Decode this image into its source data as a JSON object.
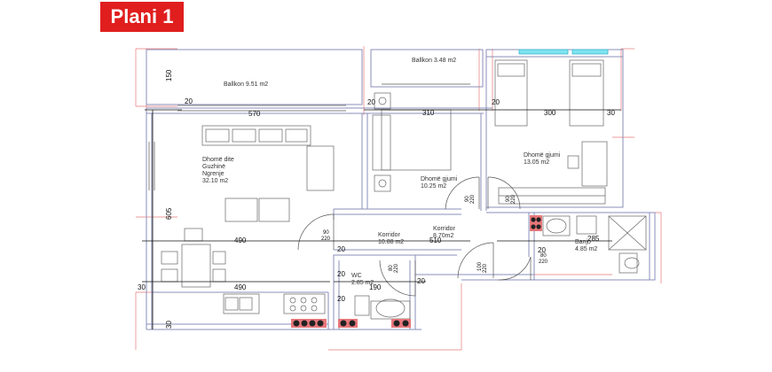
{
  "title": "Plani 1",
  "rooms": {
    "balcony1": [
      "Ballkon 9.51 m2"
    ],
    "balcony2": [
      "Ballkon 3.48 m2"
    ],
    "living": [
      "Dhomë dite",
      "Guzhinë",
      "Ngrenje",
      "32.10 m2"
    ],
    "bedroom1": [
      "Dhomë gjumi",
      "10.25 m2"
    ],
    "bedroom2": [
      "Dhomë gjumi",
      "13.05 m2"
    ],
    "corridor1": [
      "Korridor",
      "10.88 m2"
    ],
    "corridor2": [
      "Korridor",
      "8.70m2"
    ],
    "bath": [
      "Banjo",
      "4.85 m2"
    ],
    "wc": [
      "WC",
      "2.85 m2"
    ]
  },
  "dimensions": {
    "d150": "150",
    "d20a": "20",
    "d570": "570",
    "d20b": "20",
    "d310": "310",
    "d20c": "20",
    "d300": "300",
    "d30a": "30",
    "d605": "605",
    "d490a": "490",
    "d510": "510",
    "d285": "285",
    "d30b": "30",
    "d490b": "490",
    "d20d": "20",
    "d190": "190",
    "d20e": "20",
    "d20f": "20",
    "d30c": "30"
  },
  "doors": {
    "door1": [
      "90",
      "220"
    ],
    "door2": [
      "90",
      "220"
    ],
    "door3": [
      "90",
      "220"
    ],
    "door4": [
      "80",
      "220"
    ],
    "door5": [
      "100",
      "220"
    ],
    "door6": [
      "80",
      "220"
    ]
  }
}
